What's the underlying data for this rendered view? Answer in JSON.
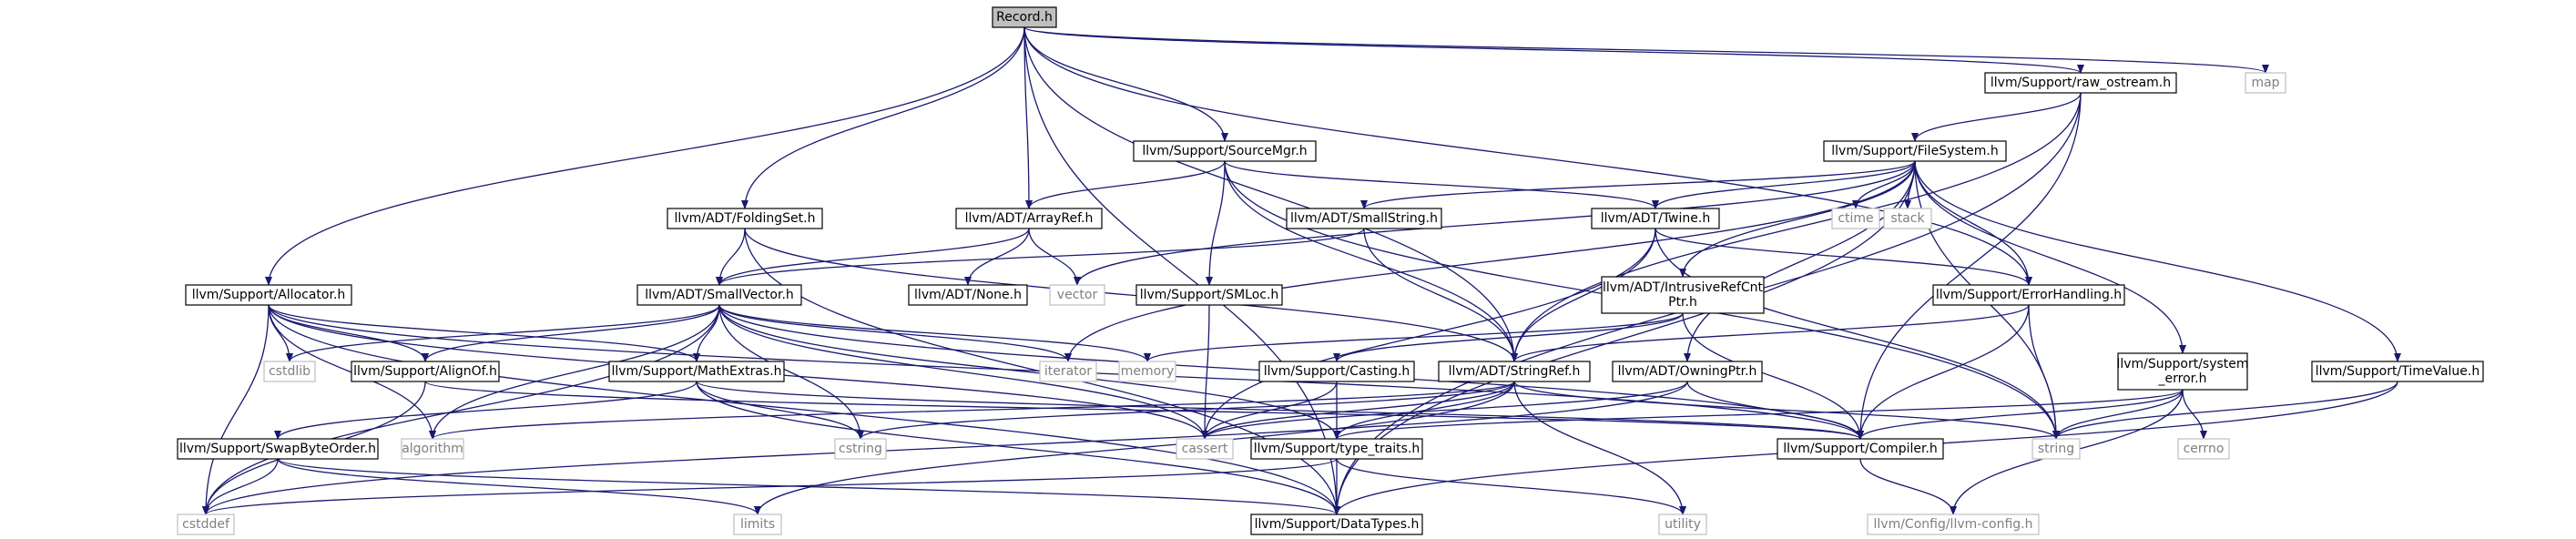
{
  "colors": {
    "edge": "#191970",
    "root_fill": "#bfbfbf",
    "node_border": "#000000",
    "ext_border": "#bfbfbf",
    "text": "#000000",
    "ext_text": "#7f7f7f",
    "background": "#ffffff"
  },
  "graph": {
    "nodes": [
      {
        "id": "record",
        "label": "Record.h",
        "kind": "root"
      },
      {
        "id": "raw_ostream",
        "label": "llvm/Support/raw_ostream.h",
        "kind": "header"
      },
      {
        "id": "map",
        "label": "map",
        "kind": "external"
      },
      {
        "id": "sourcemgr",
        "label": "llvm/Support/SourceMgr.h",
        "kind": "header"
      },
      {
        "id": "filesystem",
        "label": "llvm/Support/FileSystem.h",
        "kind": "header"
      },
      {
        "id": "foldingset",
        "label": "llvm/ADT/FoldingSet.h",
        "kind": "header"
      },
      {
        "id": "arrayref",
        "label": "llvm/ADT/ArrayRef.h",
        "kind": "header"
      },
      {
        "id": "smallstring",
        "label": "llvm/ADT/SmallString.h",
        "kind": "header"
      },
      {
        "id": "twine",
        "label": "llvm/ADT/Twine.h",
        "kind": "header"
      },
      {
        "id": "ctime",
        "label": "ctime",
        "kind": "external"
      },
      {
        "id": "stack",
        "label": "stack",
        "kind": "external"
      },
      {
        "id": "allocator",
        "label": "llvm/Support/Allocator.h",
        "kind": "header"
      },
      {
        "id": "smallvector",
        "label": "llvm/ADT/SmallVector.h",
        "kind": "header"
      },
      {
        "id": "none",
        "label": "llvm/ADT/None.h",
        "kind": "header"
      },
      {
        "id": "vector",
        "label": "vector",
        "kind": "external"
      },
      {
        "id": "smloc",
        "label": "llvm/Support/SMLoc.h",
        "kind": "header"
      },
      {
        "id": "intrusiverefcnt",
        "label": "llvm/ADT/IntrusiveRefCnt\nPtr.h",
        "kind": "header"
      },
      {
        "id": "errorhandling",
        "label": "llvm/Support/ErrorHandling.h",
        "kind": "header"
      },
      {
        "id": "cstdlib",
        "label": "cstdlib",
        "kind": "external"
      },
      {
        "id": "alignof",
        "label": "llvm/Support/AlignOf.h",
        "kind": "header"
      },
      {
        "id": "mathextras",
        "label": "llvm/Support/MathExtras.h",
        "kind": "header"
      },
      {
        "id": "iterator",
        "label": "iterator",
        "kind": "external"
      },
      {
        "id": "memory",
        "label": "memory",
        "kind": "external"
      },
      {
        "id": "casting",
        "label": "llvm/Support/Casting.h",
        "kind": "header"
      },
      {
        "id": "stringref",
        "label": "llvm/ADT/StringRef.h",
        "kind": "header"
      },
      {
        "id": "owningptr",
        "label": "llvm/ADT/OwningPtr.h",
        "kind": "header"
      },
      {
        "id": "systemerror",
        "label": "llvm/Support/system\n_error.h",
        "kind": "header"
      },
      {
        "id": "timevalue",
        "label": "llvm/Support/TimeValue.h",
        "kind": "header"
      },
      {
        "id": "swapbyteorder",
        "label": "llvm/Support/SwapByteOrder.h",
        "kind": "header"
      },
      {
        "id": "algorithm",
        "label": "algorithm",
        "kind": "external"
      },
      {
        "id": "cstring",
        "label": "cstring",
        "kind": "external"
      },
      {
        "id": "cassert",
        "label": "cassert",
        "kind": "external"
      },
      {
        "id": "typetraits",
        "label": "llvm/Support/type_traits.h",
        "kind": "header"
      },
      {
        "id": "compiler",
        "label": "llvm/Support/Compiler.h",
        "kind": "header"
      },
      {
        "id": "string",
        "label": "string",
        "kind": "external"
      },
      {
        "id": "cerrno",
        "label": "cerrno",
        "kind": "external"
      },
      {
        "id": "cstddef",
        "label": "cstddef",
        "kind": "external"
      },
      {
        "id": "limits",
        "label": "limits",
        "kind": "external"
      },
      {
        "id": "datatypes",
        "label": "llvm/Support/DataTypes.h",
        "kind": "header"
      },
      {
        "id": "utility",
        "label": "utility",
        "kind": "external"
      },
      {
        "id": "llvmconfig",
        "label": "llvm/Config/llvm-config.h",
        "kind": "external"
      }
    ],
    "edges": [
      [
        "record",
        "raw_ostream"
      ],
      [
        "record",
        "map"
      ],
      [
        "record",
        "sourcemgr"
      ],
      [
        "record",
        "foldingset"
      ],
      [
        "record",
        "arrayref"
      ],
      [
        "record",
        "allocator"
      ],
      [
        "record",
        "errorhandling"
      ],
      [
        "record",
        "stringref"
      ],
      [
        "record",
        "datatypes"
      ],
      [
        "raw_ostream",
        "filesystem"
      ],
      [
        "raw_ostream",
        "stringref"
      ],
      [
        "raw_ostream",
        "compiler"
      ],
      [
        "raw_ostream",
        "datatypes"
      ],
      [
        "sourcemgr",
        "arrayref"
      ],
      [
        "sourcemgr",
        "twine"
      ],
      [
        "sourcemgr",
        "smloc"
      ],
      [
        "sourcemgr",
        "stringref"
      ],
      [
        "sourcemgr",
        "string"
      ],
      [
        "filesystem",
        "smallstring"
      ],
      [
        "filesystem",
        "twine"
      ],
      [
        "filesystem",
        "ctime"
      ],
      [
        "filesystem",
        "stack"
      ],
      [
        "filesystem",
        "intrusiverefcnt"
      ],
      [
        "filesystem",
        "errorhandling"
      ],
      [
        "filesystem",
        "owningptr"
      ],
      [
        "filesystem",
        "systemerror"
      ],
      [
        "filesystem",
        "timevalue"
      ],
      [
        "filesystem",
        "datatypes"
      ],
      [
        "filesystem",
        "vector"
      ],
      [
        "filesystem",
        "iterator"
      ],
      [
        "filesystem",
        "string"
      ],
      [
        "foldingset",
        "smallvector"
      ],
      [
        "foldingset",
        "stringref"
      ],
      [
        "foldingset",
        "datatypes"
      ],
      [
        "arrayref",
        "none"
      ],
      [
        "arrayref",
        "smallvector"
      ],
      [
        "arrayref",
        "vector"
      ],
      [
        "smallstring",
        "smallvector"
      ],
      [
        "smallstring",
        "stringref"
      ],
      [
        "twine",
        "stringref"
      ],
      [
        "twine",
        "errorhandling"
      ],
      [
        "twine",
        "cassert"
      ],
      [
        "twine",
        "string"
      ],
      [
        "allocator",
        "alignof"
      ],
      [
        "allocator",
        "mathextras"
      ],
      [
        "allocator",
        "cstdlib"
      ],
      [
        "allocator",
        "cstddef"
      ],
      [
        "allocator",
        "datatypes"
      ],
      [
        "allocator",
        "algorithm"
      ],
      [
        "allocator",
        "cassert"
      ],
      [
        "allocator",
        "compiler"
      ],
      [
        "smallvector",
        "alignof"
      ],
      [
        "smallvector",
        "mathextras"
      ],
      [
        "smallvector",
        "cstdlib"
      ],
      [
        "smallvector",
        "iterator"
      ],
      [
        "smallvector",
        "memory"
      ],
      [
        "smallvector",
        "compiler"
      ],
      [
        "smallvector",
        "typetraits"
      ],
      [
        "smallvector",
        "algorithm"
      ],
      [
        "smallvector",
        "cassert"
      ],
      [
        "smallvector",
        "cstddef"
      ],
      [
        "smallvector",
        "cstring"
      ],
      [
        "intrusiverefcnt",
        "casting"
      ],
      [
        "intrusiverefcnt",
        "compiler"
      ],
      [
        "intrusiverefcnt",
        "memory"
      ],
      [
        "errorhandling",
        "compiler"
      ],
      [
        "errorhandling",
        "string"
      ],
      [
        "errorhandling",
        "stringref"
      ],
      [
        "alignof",
        "compiler"
      ],
      [
        "alignof",
        "cstddef"
      ],
      [
        "mathextras",
        "swapbyteorder"
      ],
      [
        "mathextras",
        "datatypes"
      ],
      [
        "mathextras",
        "compiler"
      ],
      [
        "mathextras",
        "cstring"
      ],
      [
        "casting",
        "typetraits"
      ],
      [
        "casting",
        "cassert"
      ],
      [
        "stringref",
        "typetraits"
      ],
      [
        "stringref",
        "algorithm"
      ],
      [
        "stringref",
        "cassert"
      ],
      [
        "stringref",
        "cstring"
      ],
      [
        "stringref",
        "limits"
      ],
      [
        "stringref",
        "string"
      ],
      [
        "stringref",
        "utility"
      ],
      [
        "owningptr",
        "compiler"
      ],
      [
        "owningptr",
        "cassert"
      ],
      [
        "owningptr",
        "cstddef"
      ],
      [
        "systemerror",
        "compiler"
      ],
      [
        "systemerror",
        "cerrno"
      ],
      [
        "systemerror",
        "string"
      ],
      [
        "systemerror",
        "llvmconfig"
      ],
      [
        "systemerror",
        "typetraits"
      ],
      [
        "timevalue",
        "datatypes"
      ],
      [
        "timevalue",
        "string"
      ],
      [
        "swapbyteorder",
        "datatypes"
      ],
      [
        "swapbyteorder",
        "cstddef"
      ],
      [
        "swapbyteorder",
        "limits"
      ],
      [
        "typetraits",
        "datatypes"
      ],
      [
        "typetraits",
        "cstddef"
      ],
      [
        "typetraits",
        "utility"
      ],
      [
        "compiler",
        "llvmconfig"
      ],
      [
        "smloc",
        "cassert"
      ]
    ]
  }
}
